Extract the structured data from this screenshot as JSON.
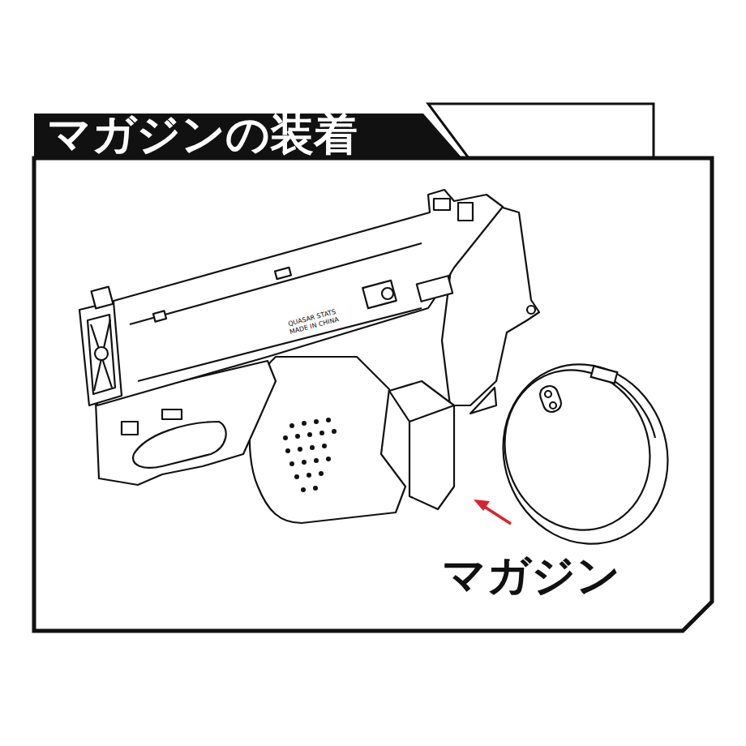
{
  "diagram": {
    "title": "マガジンの装着",
    "labels": [
      "QUASAR STATS MADE IN CHINA",
      "マガジン"
    ]
  }
}
